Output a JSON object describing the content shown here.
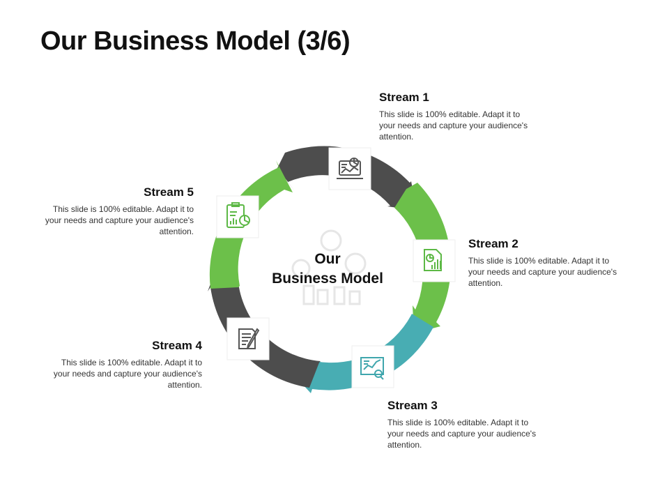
{
  "title": "Our Business Model (3/6)",
  "center": {
    "line1": "Our",
    "line2": "Business Model"
  },
  "colors": {
    "green": "#6cc04a",
    "dark_gray": "#4d4d4d",
    "teal": "#48adb3",
    "icon_green": "#5cb845",
    "icon_gray": "#555555",
    "icon_teal": "#3fa6ad",
    "watermark": "#e6e6e6"
  },
  "streams": [
    {
      "title": "Stream 1",
      "text": "This slide is 100% editable. Adapt it to your needs and capture your audience's attention.",
      "icon": "laptop-chart-icon"
    },
    {
      "title": "Stream 2",
      "text": "This slide is 100% editable. Adapt it to your needs and capture your audience's attention.",
      "icon": "document-chart-icon"
    },
    {
      "title": "Stream 3",
      "text": "This slide is 100% editable. Adapt it to your needs and capture your audience's attention.",
      "icon": "analytics-board-icon"
    },
    {
      "title": "Stream 4",
      "text": "This slide is 100% editable. Adapt it to your needs and capture your audience's attention.",
      "icon": "contract-pen-icon"
    },
    {
      "title": "Stream 5",
      "text": "This slide is 100% editable. Adapt it to your needs and capture your audience's attention.",
      "icon": "clipboard-chart-icon"
    }
  ]
}
